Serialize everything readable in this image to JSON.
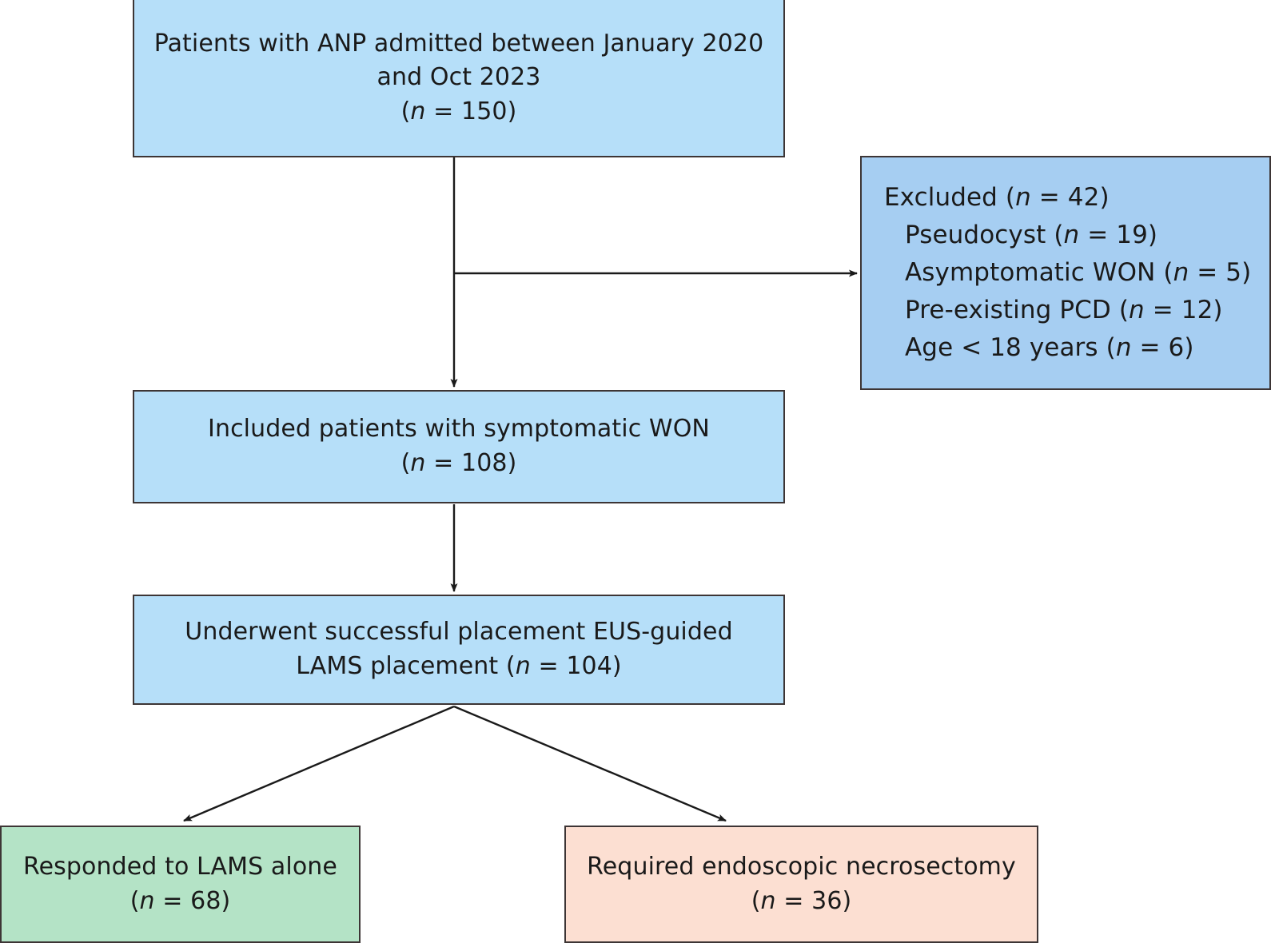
{
  "diagram": {
    "title": "Patient flow diagram for ANP / WON cohort",
    "colors": {
      "box_blue_light": "#b6dff9",
      "box_blue_mid": "#a6cef2",
      "box_green": "#b4e3c6",
      "box_pink": "#fcdfd2",
      "border": "#3d3535",
      "arrow": "#1a1a1a"
    },
    "nodes": {
      "admitted": {
        "line1": "Patients with ANP admitted between January 2020",
        "line2": "and Oct 2023",
        "count_prefix": "(",
        "count_n": "n",
        "count_eq": " = 150)"
      },
      "excluded": {
        "line1_text": "Excluded (",
        "line1_n": "n",
        "line1_tail": " = 42)",
        "line2_text": "Pseudocyst (",
        "line2_n": "n",
        "line2_tail": " = 19)",
        "line3_text": "Asymptomatic WON (",
        "line3_n": "n",
        "line3_tail": " = 5)",
        "line4_text": "Pre-existing PCD (",
        "line4_n": "n",
        "line4_tail": " = 12)",
        "line5_text": "Age < 18 years (",
        "line5_n": "n",
        "line5_tail": " = 6)"
      },
      "included": {
        "line1": "Included patients with symptomatic WON",
        "count_prefix": "(",
        "count_n": "n",
        "count_eq": " = 108)"
      },
      "lams": {
        "line1": "Underwent successful placement EUS-guided",
        "line2_prefix": "LAMS placement (",
        "line2_n": "n",
        "line2_tail": " = 104)"
      },
      "responded": {
        "line1": "Responded to LAMS alone",
        "count_prefix": "(",
        "count_n": "n",
        "count_eq": " = 68)"
      },
      "necrosectomy": {
        "line1": "Required endoscopic necrosectomy",
        "count_prefix": "(",
        "count_n": "n",
        "count_eq": " = 36)"
      }
    },
    "edges": [
      {
        "name": "admitted-to-included",
        "from": "admitted",
        "to": "included"
      },
      {
        "name": "admitted-to-excluded",
        "from": "admitted",
        "to": "excluded"
      },
      {
        "name": "included-to-lams",
        "from": "included",
        "to": "lams"
      },
      {
        "name": "lams-to-responded",
        "from": "lams",
        "to": "responded"
      },
      {
        "name": "lams-to-necrosectomy",
        "from": "lams",
        "to": "necrosectomy"
      }
    ]
  }
}
